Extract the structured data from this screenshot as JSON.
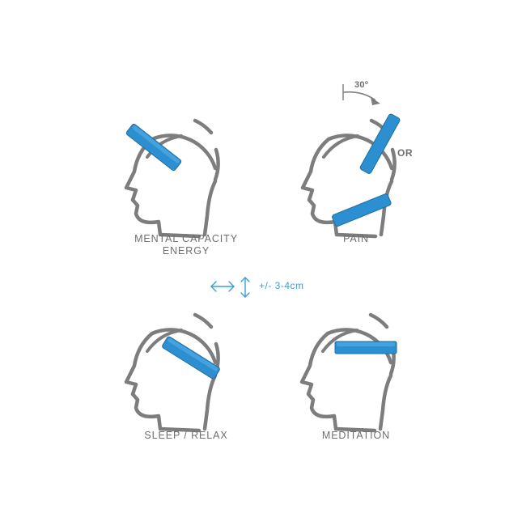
{
  "colors": {
    "head_outline": "#7d7d7d",
    "band": "#2b8fd1",
    "band_light": "#5db3e6",
    "legend": "#3a9fd8",
    "text": "#6f6f6f"
  },
  "panels": {
    "mental": {
      "caption_line1": "MENTAL CAPACITY",
      "caption_line2": "ENERGY"
    },
    "pain": {
      "caption": "PAIN",
      "angle": "30º",
      "alternative": "OR"
    },
    "sleep": {
      "caption": "SLEEP / RELAX"
    },
    "meditation": {
      "caption": "MEDITATION"
    }
  },
  "legend": {
    "adjustment": "+/- 3-4cm",
    "icons": [
      "horizontal-double-arrow-icon",
      "vertical-double-arrow-icon"
    ]
  }
}
